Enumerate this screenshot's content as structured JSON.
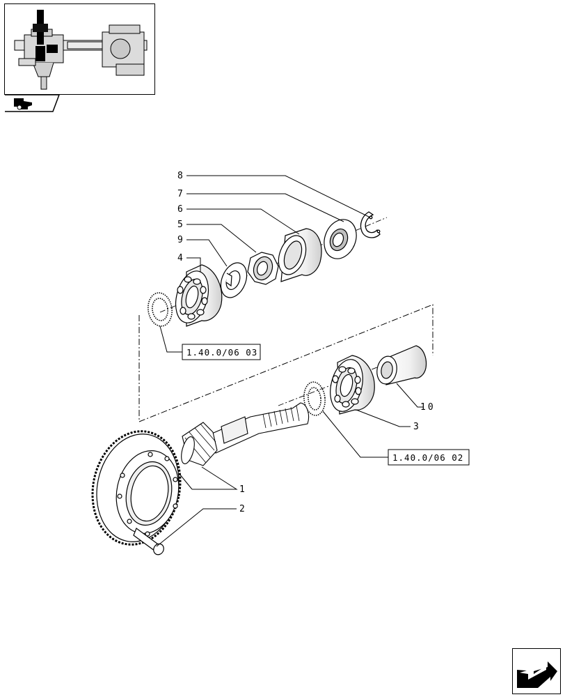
{
  "callouts": {
    "c1": "1",
    "c2": "2",
    "c3": "3",
    "c4": "4",
    "c5": "5",
    "c6": "6",
    "c7": "7",
    "c8": "8",
    "c9": "9",
    "c10": "10"
  },
  "references": {
    "upper": "1.40.0/06 03",
    "lower": "1.40.0/06 02"
  },
  "icons": {
    "thumbnail": "axle-assembly-thumbnail-icon",
    "thumbnail_tab": "tractor-section-icon",
    "navigation": "next-page-arrow-icon"
  }
}
